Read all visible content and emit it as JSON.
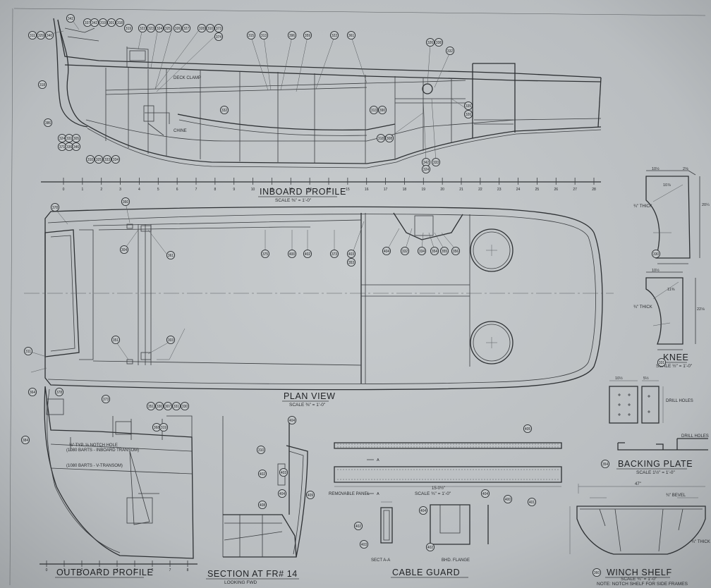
{
  "titles": {
    "inboard": "INBOARD PROFILE",
    "inboard_scale": "SCALE ⅜\" = 1'-0\"",
    "plan": "PLAN VIEW",
    "plan_scale": "SCALE ⅜\" = 1'-0\"",
    "outboard": "OUTBOARD PROFILE",
    "section": "SECTION AT FR# 14",
    "knee": "KNEE",
    "knee_scale": "SCALE ½\" = 1'-0\"",
    "backing": "BACKING PLATE",
    "backing_scale": "SCALE 1½\" = 1'-0\"",
    "cable": "CABLE GUARD",
    "cable_scale_top": "SCALE ¾\" = 1'-0\"",
    "sect_aa": "SECT A-A",
    "bhd_flange": "BHD. FLANGE",
    "winch": "WINCH SHELF",
    "winch_scale": "SCALE ¾\" = 1'-0\"",
    "winch_note": "NOTE: NOTCH SHELF FOR SIDE FRAMES"
  },
  "notes": {
    "deck_clamp": "DECK CLAMP",
    "chine": "CHINE",
    "removable_panel": "REMOVABLE PANEL",
    "drill_holes": "DRILL HOLES",
    "drill_holes_2": "DRILL HOLES",
    "bevel": "¾\" BEVEL",
    "thick_1": "¾\" THICK",
    "thick_2": "¾\" THICK",
    "thick_3": "¾\" THICK",
    "notch_1": "⅛\" TYP. ⅝ NOTCH HOLE",
    "notch_2": "(1080 BARTS - INBOARD TRANSOM)",
    "notch_3": "(1080 BARTS - V-TRANSOM)",
    "section_note": "LOOKING FWD",
    "width_47": "47\"",
    "dim_1506": "15-0½\""
  },
  "frame_scale": [
    "0",
    "1",
    "2",
    "3",
    "4",
    "5",
    "6",
    "7",
    "8",
    "9",
    "10",
    "11",
    "12",
    "13",
    "14",
    "15",
    "16",
    "17",
    "18",
    "19",
    "20",
    "21",
    "22",
    "23",
    "24",
    "25",
    "26",
    "27",
    "28"
  ],
  "outboard_scale": [
    "0",
    "1",
    "2",
    "3",
    "4",
    "5",
    "6",
    "7",
    "8"
  ],
  "callouts": {
    "inboard": [
      "311",
      "329",
      "340",
      "342",
      "337",
      "342",
      "319",
      "301",
      "318",
      "319",
      "322",
      "323",
      "324",
      "325",
      "326",
      "327",
      "328",
      "310",
      "373",
      "374",
      "315",
      "313",
      "396",
      "359",
      "322",
      "361",
      "326",
      "338",
      "332",
      "318",
      "386",
      "324",
      "331",
      "305",
      "371",
      "336",
      "346",
      "310",
      "325",
      "333",
      "334",
      "332",
      "313",
      "390",
      "318",
      "308",
      "342",
      "324",
      "333",
      "335",
      "326"
    ],
    "plan": [
      "378",
      "360",
      "304",
      "361",
      "375",
      "400",
      "402",
      "373",
      "403",
      "404",
      "332",
      "334",
      "354",
      "355",
      "356",
      "353",
      "311",
      "351",
      "303"
    ],
    "parts": [
      "330",
      "331",
      "354",
      "360"
    ],
    "outboard": [
      "364",
      "378",
      "373",
      "351",
      "330",
      "307",
      "331",
      "330",
      "368",
      "319",
      "384"
    ],
    "section": [
      "404",
      "310",
      "403",
      "402",
      "404",
      "408",
      "409"
    ],
    "cable": [
      "405",
      "400",
      "401",
      "402",
      "403",
      "404",
      "402",
      "404"
    ]
  }
}
